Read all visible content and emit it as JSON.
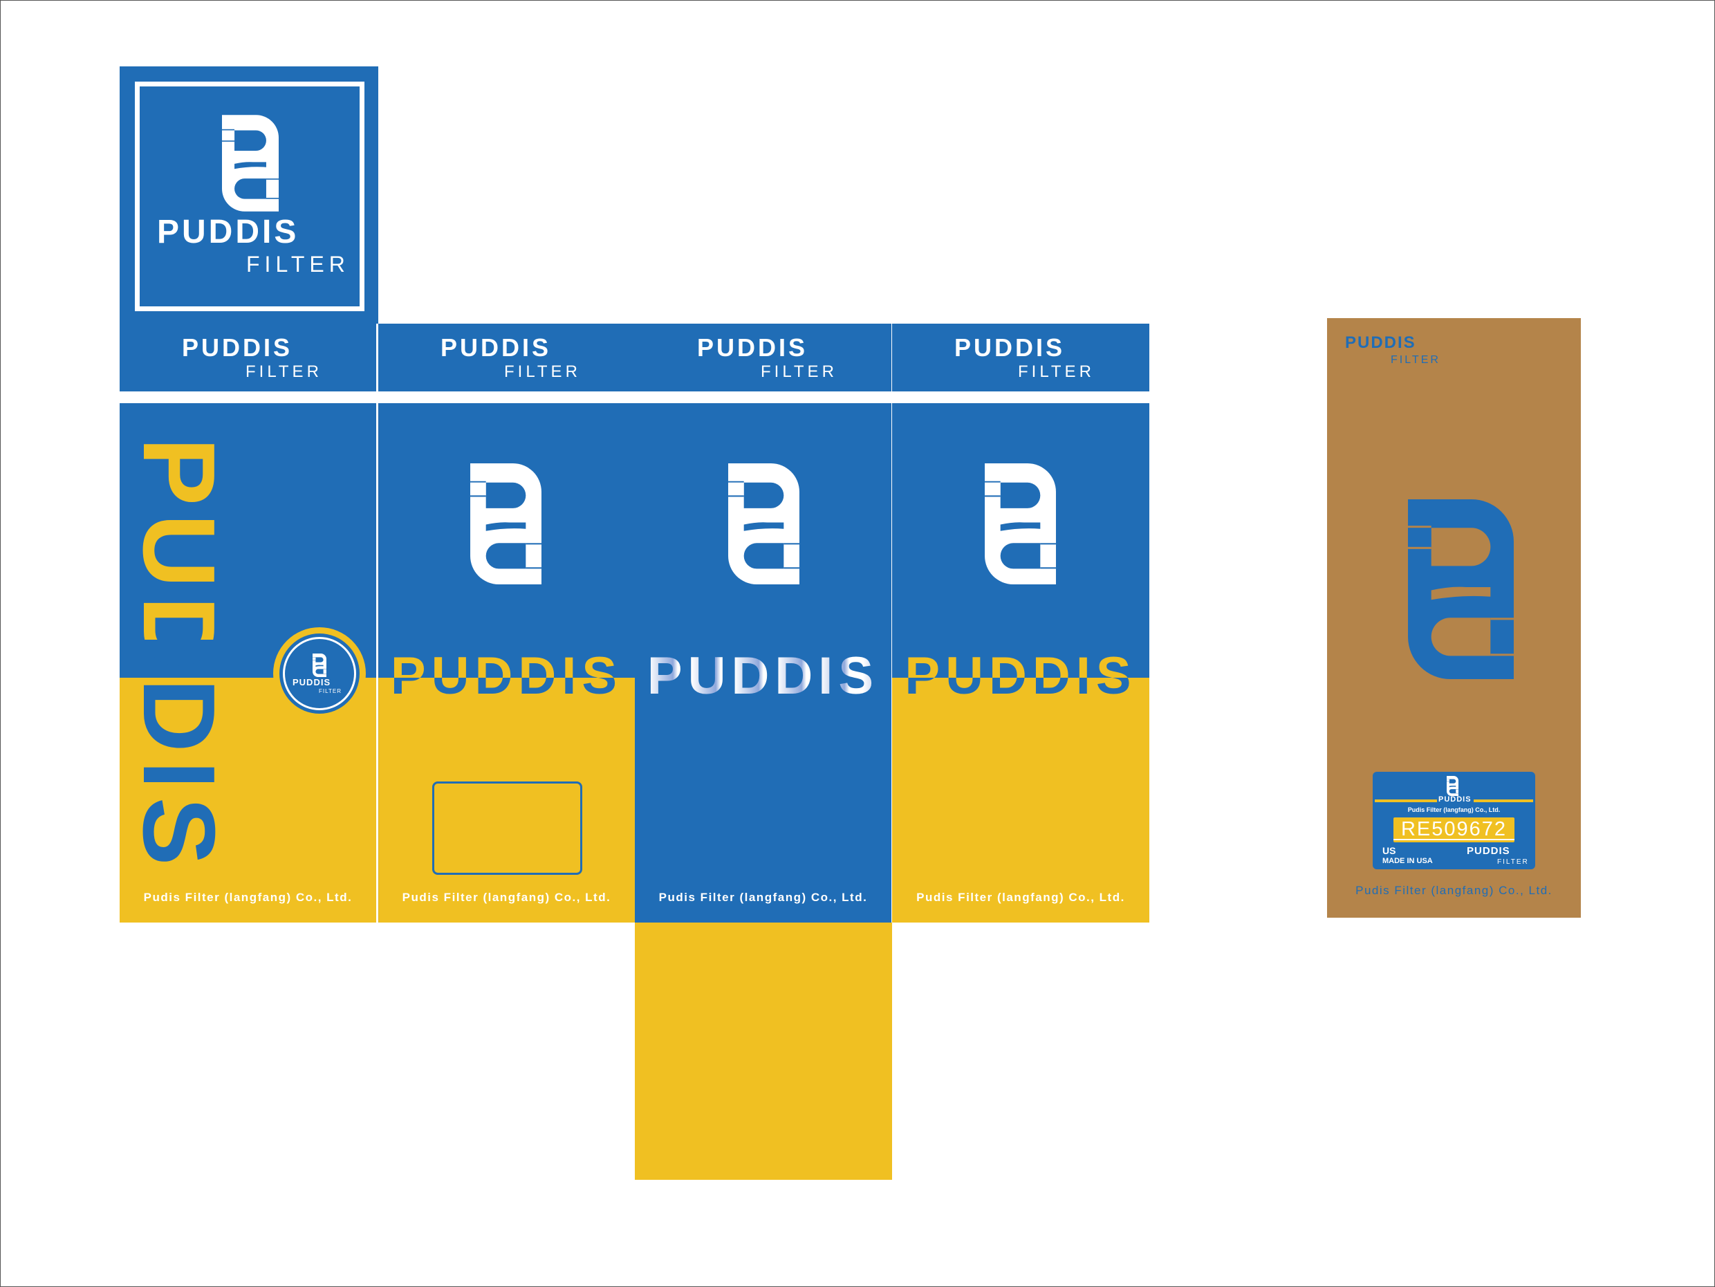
{
  "brand": {
    "name": "PUDDIS",
    "sub": "FILTER"
  },
  "company": "Pudis Filter (langfang) Co., Ltd.",
  "label": {
    "part_number": "RE509672",
    "country_code": "US",
    "made_in": "MADE IN USA"
  },
  "colors": {
    "blue": "#206db6",
    "yellow": "#f0c022",
    "brown": "#b4844a",
    "white": "#ffffff"
  }
}
